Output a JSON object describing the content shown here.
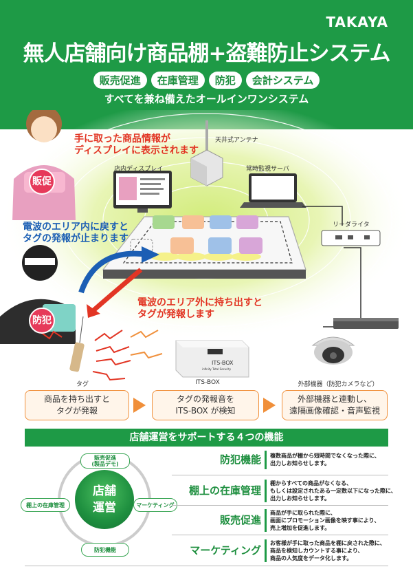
{
  "header": {
    "brand": "TAKAYA",
    "title": "無人店舗向け商品棚+盗難防止システム",
    "pills": [
      "販売促進",
      "在庫管理",
      "防犯",
      "会計システム"
    ],
    "subtitle": "すべてを兼ね備えたオールインワンシステム"
  },
  "illustration": {
    "labels": {
      "antenna": "天井式アンテナ",
      "display": "店内ディスプレイ",
      "server": "常時監視サーバ",
      "reader": "リーダライタ"
    },
    "captions": {
      "info": [
        "手に取った商品情報が",
        "ディスプレイに表示されます"
      ],
      "stop": [
        "電波のエリア内に戻すと",
        "タグの発報が止まります"
      ],
      "alarm": [
        "電波のエリア外に持ち出すと",
        "タグが発報します"
      ]
    },
    "badges": {
      "sales": "販促",
      "security": "防犯"
    },
    "device_text": {
      "name": "ITS-BOX",
      "tagline": "infinity Total Security"
    }
  },
  "flow": {
    "labels": [
      "タグ",
      "ITS-BOX",
      "外部機器（防犯カメラなど）"
    ],
    "steps": [
      [
        "商品を持ち出すと",
        "タグが発報"
      ],
      [
        "タグの発報音を",
        "ITS-BOX が検知"
      ],
      [
        "外部機器と連動し、",
        "遠隔画像確認・音声監視"
      ]
    ]
  },
  "section": {
    "title": "店舗運営をサポートする４つの機能",
    "center": [
      "店舗",
      "運営"
    ],
    "circle": {
      "top": [
        "販売促進",
        "(製品デモ)"
      ],
      "left": "棚上の在庫管理",
      "right": "マーケティング",
      "bottom": "防犯機能"
    },
    "features": [
      {
        "name": "防犯機能",
        "desc": [
          "複数商品が棚から短時間でなくなった際に、",
          "出力しお知らせします。"
        ]
      },
      {
        "name": "棚上の在庫管理",
        "desc": [
          "棚からすべての商品がなくなる、",
          "もしくは設定されたある一定数以下になった際に、",
          "出力しお知らせします。"
        ]
      },
      {
        "name": "販売促進",
        "desc": [
          "商品が手に取られた際に、",
          "画面にプロモーション画像を映す事により、",
          "売上増加を促進します。"
        ]
      },
      {
        "name": "マーケティング",
        "desc": [
          "お客様が手に取った商品を棚に戻された際に、",
          "商品を検知しカウントする事により、",
          "商品の人気度をデータ化します。"
        ]
      }
    ]
  },
  "colors": {
    "green": "#1e9a46",
    "orange": "#f08f3a",
    "red": "#e23524",
    "blue": "#1b5eb4",
    "pink": "#e6395a"
  }
}
